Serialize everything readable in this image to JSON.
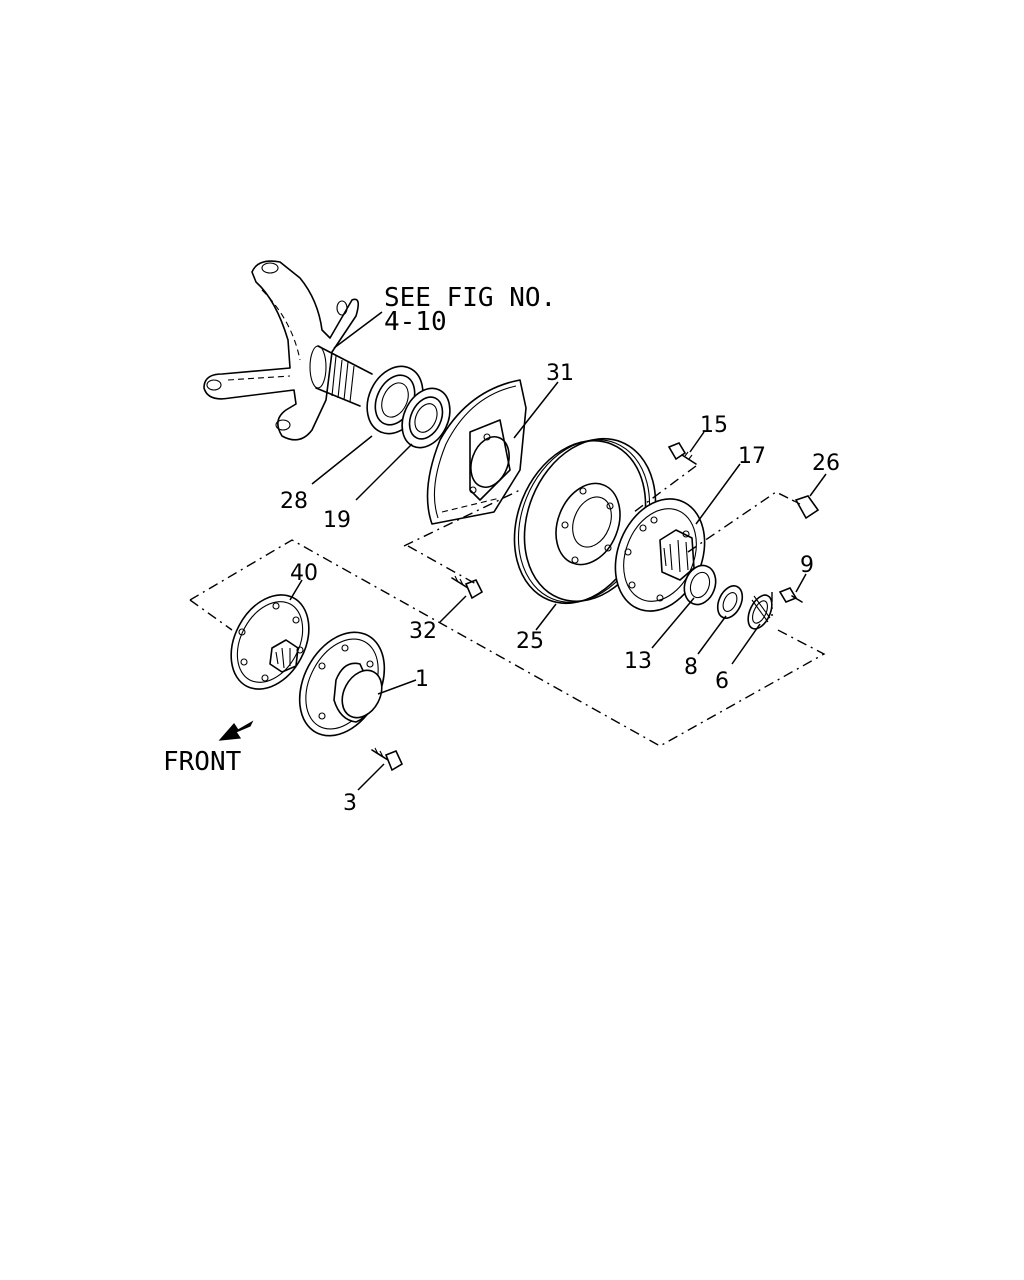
{
  "note": {
    "line1": "SEE FIG NO.",
    "line2": "4-10"
  },
  "direction_label": "FRONT",
  "callouts": {
    "c1": "1",
    "c3": "3",
    "c6": "6",
    "c8": "8",
    "c9": "9",
    "c13": "13",
    "c15": "15",
    "c17": "17",
    "c19": "19",
    "c25": "25",
    "c26": "26",
    "c28": "28",
    "c31": "31",
    "c32": "32",
    "c40": "40"
  }
}
